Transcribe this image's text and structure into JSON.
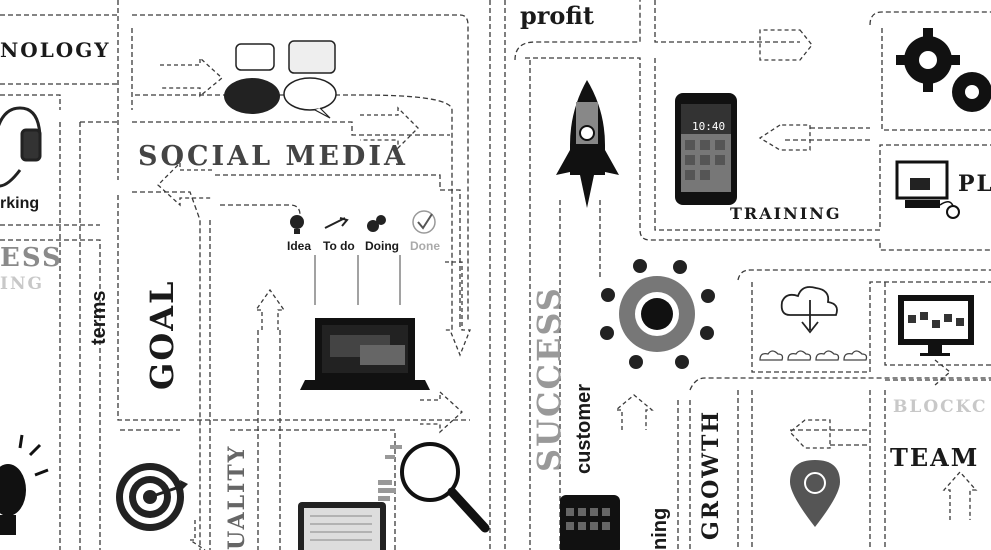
{
  "words": {
    "technology": "NOLOGY",
    "social_media": "SOCIAL MEDIA",
    "networking": "rking",
    "business": "ESS",
    "business_sub": "ING",
    "terms": "terms",
    "goal": "GOAL",
    "quality": "UALITY",
    "profit": "profit",
    "training": "TRAINING",
    "success": "SUCCESS",
    "customer": "customer",
    "growth": "GROWTH",
    "learning": "ning",
    "planning": "PL",
    "blockchain": "BLOCKC",
    "team": "TEAM"
  },
  "kanban": {
    "columns": [
      "Idea",
      "To do",
      "Doing",
      "Done"
    ]
  },
  "phone_clock": "10:40",
  "colors": {
    "background": "#ffffff",
    "ink": "#1a1a1a",
    "dashed_path": "#3a3a3a",
    "gray_text": "#8a8a8a",
    "light_gray_text": "#c8c8c8"
  },
  "icons": [
    "speech-bubbles-icon",
    "headset-icon",
    "lightbulb-icon",
    "target-icon",
    "laptop-icon",
    "magnifier-icon",
    "rocket-icon",
    "smartphone-icon",
    "team-circle-icon",
    "gears-icon",
    "computer-email-icon",
    "cloud-download-icon",
    "monitor-icon",
    "location-pin-icon",
    "tablet-icon"
  ]
}
